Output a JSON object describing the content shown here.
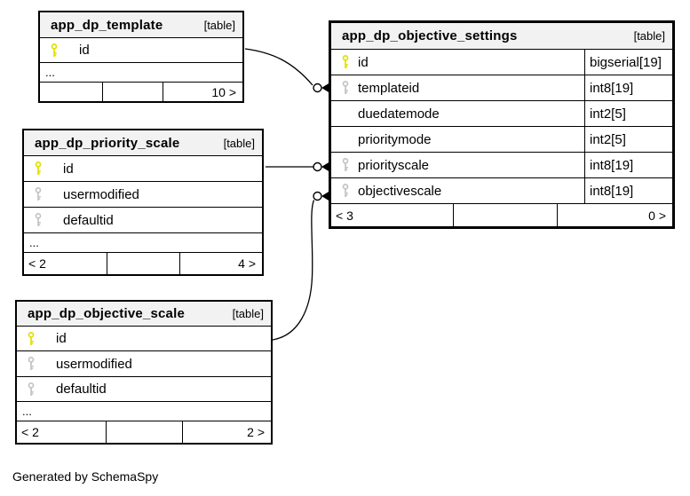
{
  "diagram": {
    "credit": "Generated by SchemaSpy",
    "colors": {
      "primary_key_icon": "#e0e000",
      "foreign_key_icon": "#c4c4c4",
      "table_header_bg": "#f2f2f2",
      "border": "#000000",
      "background": "#ffffff"
    }
  },
  "tables": [
    {
      "name": "app_dp_template",
      "tag": "[table]",
      "columns": [
        {
          "name": "id",
          "key": "primary"
        }
      ],
      "ellipsis": "...",
      "footer": {
        "left": "",
        "middle": "",
        "right": "10 >"
      }
    },
    {
      "name": "app_dp_priority_scale",
      "tag": "[table]",
      "columns": [
        {
          "name": "id",
          "key": "primary"
        },
        {
          "name": "usermodified",
          "key": "foreign"
        },
        {
          "name": "defaultid",
          "key": "foreign"
        }
      ],
      "ellipsis": "...",
      "footer": {
        "left": "< 2",
        "middle": "",
        "right": "4 >"
      }
    },
    {
      "name": "app_dp_objective_scale",
      "tag": "[table]",
      "columns": [
        {
          "name": "id",
          "key": "primary"
        },
        {
          "name": "usermodified",
          "key": "foreign"
        },
        {
          "name": "defaultid",
          "key": "foreign"
        }
      ],
      "ellipsis": "...",
      "footer": {
        "left": "< 2",
        "middle": "",
        "right": "2 >"
      }
    },
    {
      "name": "app_dp_objective_settings",
      "tag": "[table]",
      "columns": [
        {
          "name": "id",
          "type": "bigserial[19]",
          "key": "primary"
        },
        {
          "name": "templateid",
          "type": "int8[19]",
          "key": "foreign"
        },
        {
          "name": "duedatemode",
          "type": "int2[5]",
          "key": ""
        },
        {
          "name": "prioritymode",
          "type": "int2[5]",
          "key": ""
        },
        {
          "name": "priorityscale",
          "type": "int8[19]",
          "key": "foreign"
        },
        {
          "name": "objectivescale",
          "type": "int8[19]",
          "key": "foreign"
        }
      ],
      "footer": {
        "left": "< 3",
        "middle": "",
        "right": "0 >"
      }
    }
  ],
  "relationships": [
    {
      "from": "app_dp_template.id",
      "to": "app_dp_objective_settings.templateid"
    },
    {
      "from": "app_dp_priority_scale.id",
      "to": "app_dp_objective_settings.priorityscale"
    },
    {
      "from": "app_dp_objective_scale.id",
      "to": "app_dp_objective_settings.objectivescale"
    }
  ]
}
